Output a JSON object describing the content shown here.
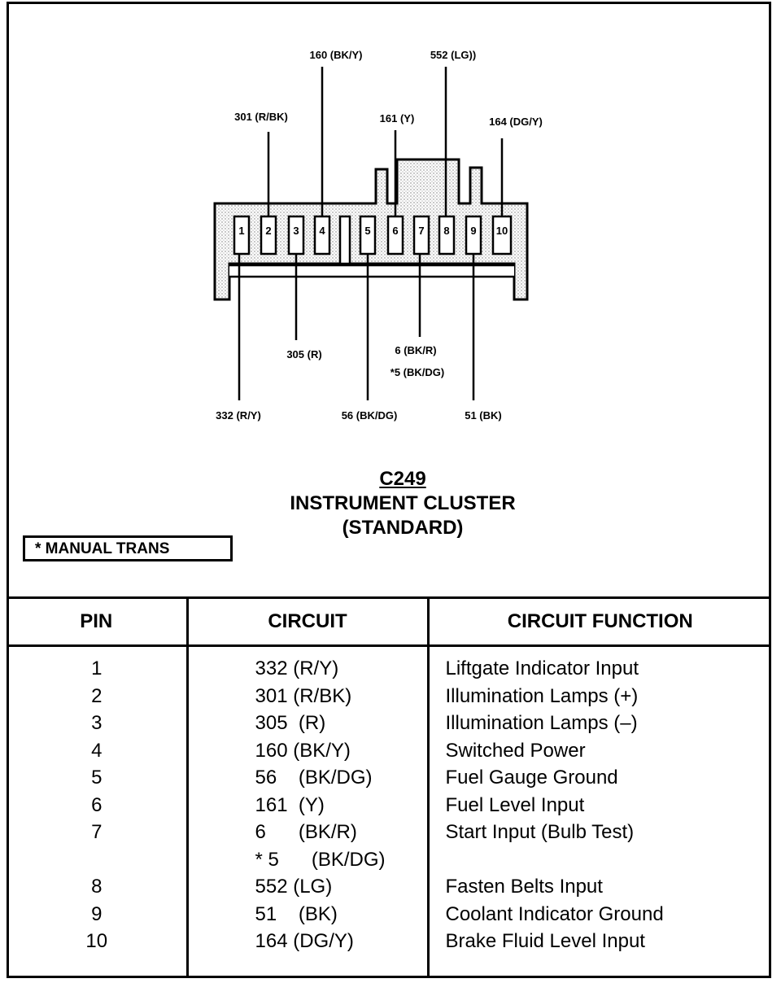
{
  "connector": {
    "code": "C249",
    "name_line1": "INSTRUMENT CLUSTER",
    "name_line2": "(STANDARD)",
    "cavities": [
      "1",
      "2",
      "3",
      "4",
      "5",
      "6",
      "7",
      "8",
      "9",
      "10"
    ],
    "wire_labels": {
      "top_160": "160 (BK/Y)",
      "top_552": "552 (LG))",
      "top_301": "301 (R/BK)",
      "top_161": "161 (Y)",
      "top_164": "164 (DG/Y)",
      "bottom_305": "305 (R)",
      "bottom_6": "6 (BK/R)",
      "bottom_5": "*5 (BK/DG)",
      "bottom_332": "332 (R/Y)",
      "bottom_56": "56 (BK/DG)",
      "bottom_51": "51 (BK)"
    }
  },
  "note": "* MANUAL TRANS",
  "table": {
    "headers": [
      "PIN",
      "CIRCUIT",
      "CIRCUIT FUNCTION"
    ],
    "rows": [
      {
        "pin": "1",
        "circuit": "332 (R/Y)",
        "function": "Liftgate Indicator Input"
      },
      {
        "pin": "2",
        "circuit": "301 (R/BK)",
        "function": "Illumination Lamps (+)"
      },
      {
        "pin": "3",
        "circuit": "305  (R)",
        "function": "Illumination Lamps (–)"
      },
      {
        "pin": "4",
        "circuit": "160 (BK/Y)",
        "function": "Switched Power"
      },
      {
        "pin": "5",
        "circuit": "56    (BK/DG)",
        "function": "Fuel Gauge Ground"
      },
      {
        "pin": "6",
        "circuit": "161  (Y)",
        "function": "Fuel Level Input"
      },
      {
        "pin": "7",
        "circuit": "6      (BK/R)",
        "function": "Start Input (Bulb Test)"
      },
      {
        "pin": "",
        "circuit": "* 5      (BK/DG)",
        "function": ""
      },
      {
        "pin": "8",
        "circuit": "552 (LG)",
        "function": "Fasten Belts Input"
      },
      {
        "pin": "9",
        "circuit": "51    (BK)",
        "function": "Coolant Indicator Ground"
      },
      {
        "pin": "10",
        "circuit": "164 (DG/Y)",
        "function": "Brake Fluid Level Input"
      }
    ]
  }
}
